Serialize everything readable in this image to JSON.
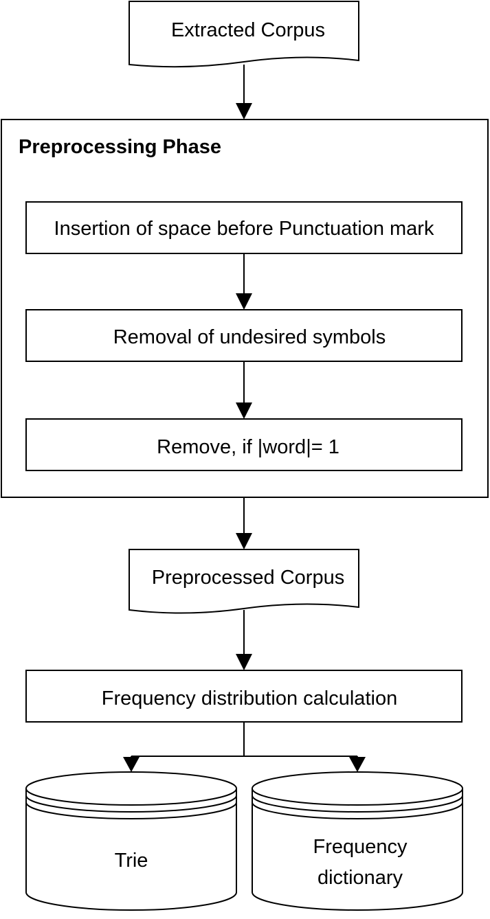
{
  "diagram": {
    "extracted_corpus": "Extracted Corpus",
    "phase_title": "Preprocessing Phase",
    "step_insert_space": "Insertion of space before Punctuation mark",
    "step_remove_symbols": "Removal of undesired symbols",
    "step_remove_short": "Remove, if |word|= 1",
    "preprocessed_corpus": "Preprocessed Corpus",
    "frequency_calc": "Frequency distribution calculation",
    "store_trie": "Trie",
    "store_freq_line1": "Frequency",
    "store_freq_line2": "dictionary"
  },
  "colors": {
    "stroke": "#000000",
    "fill": "#ffffff"
  }
}
